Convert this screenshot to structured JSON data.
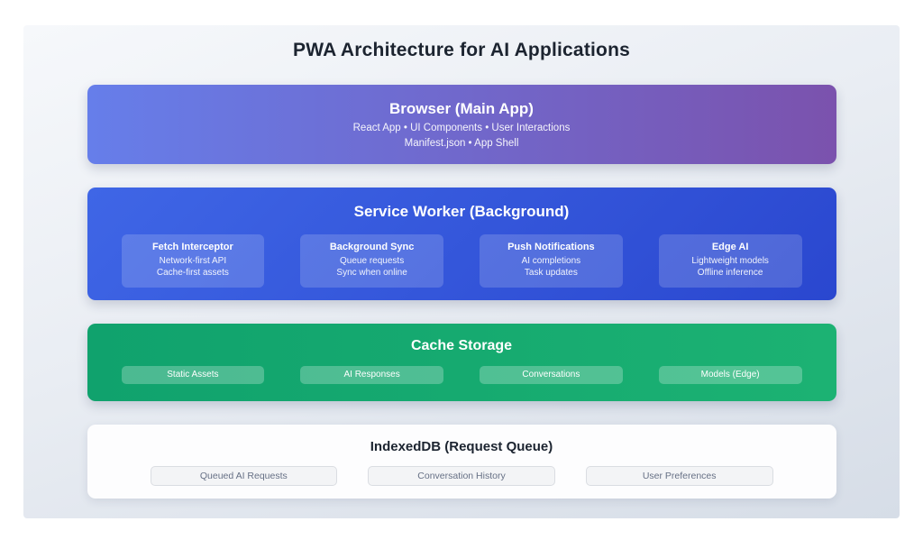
{
  "page": {
    "title": "PWA Architecture for AI Applications"
  },
  "colors": {
    "browser_gradient_start": "#667eea",
    "browser_gradient_end": "#7b52ad",
    "service_worker_blue": "#2f4fd6",
    "cache_green": "#15aa70",
    "canvas_background": "#e4e9f1"
  },
  "layers": {
    "browser": {
      "title": "Browser (Main App)",
      "line1": "React App • UI Components • User Interactions",
      "line2": "Manifest.json • App Shell"
    },
    "service_worker": {
      "title": "Service Worker (Background)",
      "cards": [
        {
          "title": "Fetch Interceptor",
          "line1": "Network-first API",
          "line2": "Cache-first assets"
        },
        {
          "title": "Background Sync",
          "line1": "Queue requests",
          "line2": "Sync when online"
        },
        {
          "title": "Push Notifications",
          "line1": "AI completions",
          "line2": "Task updates"
        },
        {
          "title": "Edge AI",
          "line1": "Lightweight models",
          "line2": "Offline inference"
        }
      ]
    },
    "cache": {
      "title": "Cache Storage",
      "items": [
        "Static Assets",
        "AI Responses",
        "Conversations",
        "Models (Edge)"
      ]
    },
    "indexeddb": {
      "title": "IndexedDB (Request Queue)",
      "items": [
        "Queued AI Requests",
        "Conversation History",
        "User Preferences"
      ]
    }
  }
}
